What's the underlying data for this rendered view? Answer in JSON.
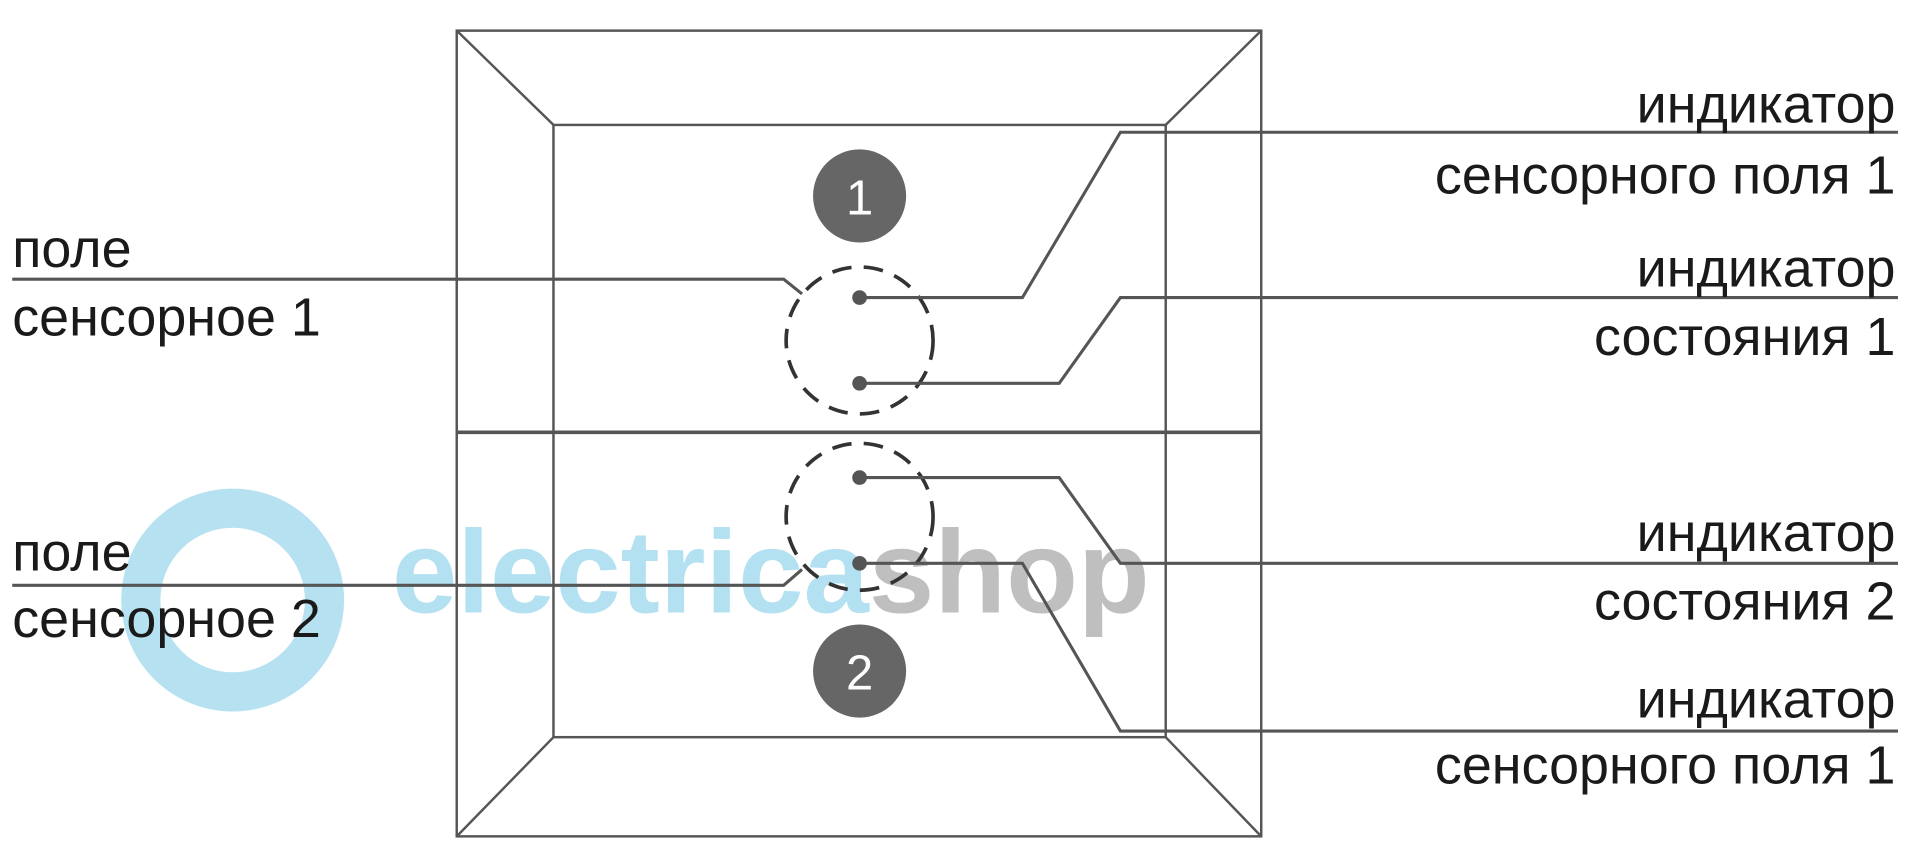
{
  "watermark": {
    "part1": "electrica",
    "part2": "shop",
    "color1": "#a8dcef",
    "color2": "#b5b5b5"
  },
  "markers": {
    "one": "1",
    "two": "2"
  },
  "left_labels": [
    {
      "line1": "поле",
      "line2": "сенсорное 1"
    },
    {
      "line1": "поле",
      "line2": "сенсорное 2"
    }
  ],
  "right_labels": [
    {
      "line1": "индикатор",
      "line2": "сенсорного поля 1"
    },
    {
      "line1": "индикатор",
      "line2": "состояния 1"
    },
    {
      "line1": "индикатор",
      "line2": "состояния 2"
    },
    {
      "line1": "индикатор",
      "line2": "сенсорного поля 1"
    }
  ],
  "colors": {
    "line": "#555555",
    "marker": "#666666",
    "text": "#1a1a1a"
  }
}
